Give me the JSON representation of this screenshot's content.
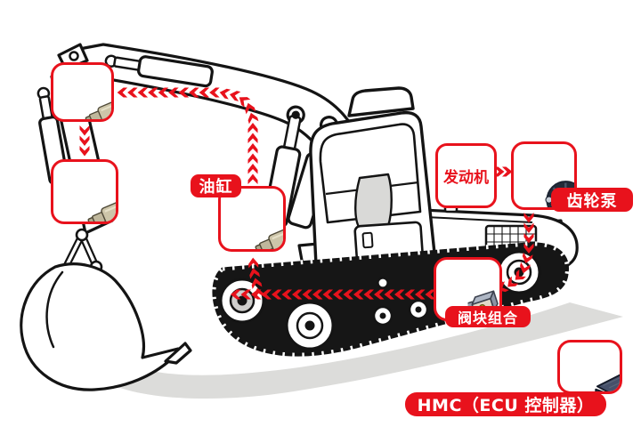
{
  "palette": {
    "accent_red": "#e8121c",
    "ink": "#141414",
    "paper": "#ffffff",
    "shadow_gray": "#dcdcda",
    "cylinder_tan": "#cdc5a9",
    "pump_dark": "#232b38",
    "pump_light": "#cfd8e4",
    "ecu_navy": "#46506a",
    "valve_yellow": "#e6c33c"
  },
  "callouts": {
    "stick_cylinder": {
      "icon": "hydraulic-cylinder"
    },
    "bucket_link_cylinder": {
      "icon": "hydraulic-cylinder"
    },
    "boom_cylinder": {
      "icon": "hydraulic-cylinder",
      "label": "油缸"
    },
    "engine": {
      "label": "发动机"
    },
    "gear_pump": {
      "icon": "gear-pump",
      "label": "齿轮泵"
    },
    "valve_block": {
      "icon": "valve-block-assembly",
      "label": "阀块组合"
    },
    "controller": {
      "icon": "ecu-controller",
      "label": "HMC（ECU 控制器）"
    }
  }
}
